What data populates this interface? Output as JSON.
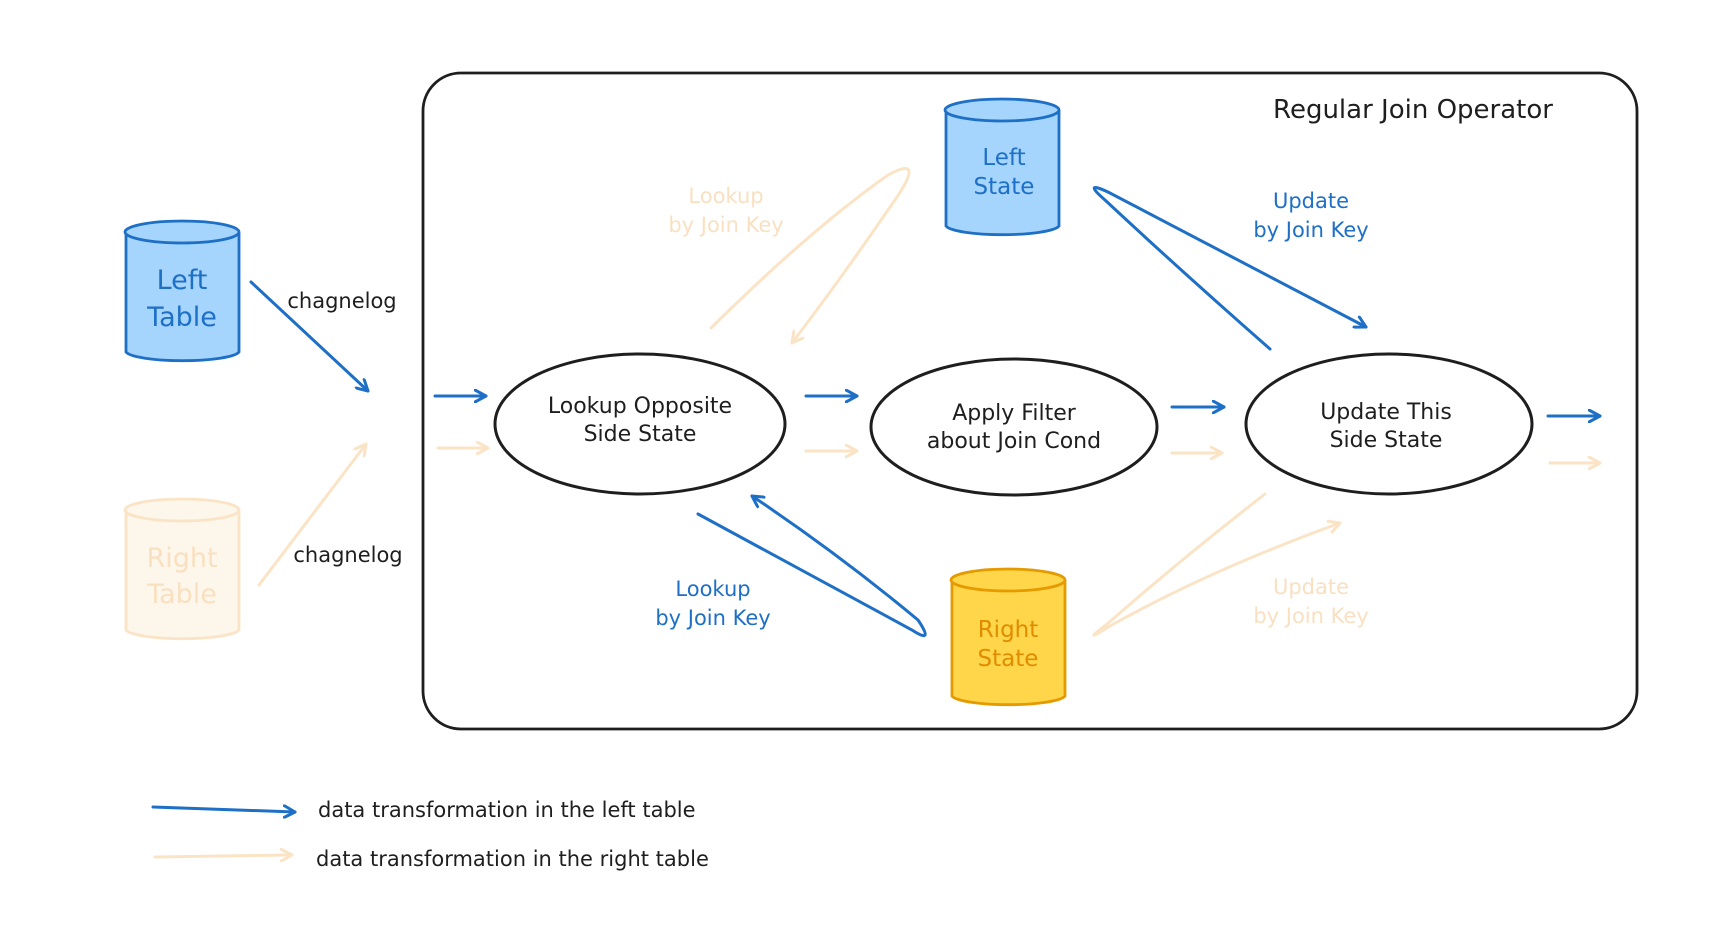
{
  "title": "Regular Join Operator",
  "colors": {
    "left": "#1e6fc6",
    "left_fill": "#a5d4fc",
    "right": "#fbe4c6",
    "right_text": "#f9e0c0",
    "right_state_fill": "#ffd54a",
    "right_state_stroke": "#e59a00",
    "right_state_text": "#e08c00",
    "ink": "#1e1e1e"
  },
  "sources": {
    "left_table": [
      "Left",
      "Table"
    ],
    "right_table": [
      "Right",
      "Table"
    ],
    "left_changelog": "chagnelog",
    "right_changelog": "chagnelog"
  },
  "states": {
    "left_state": [
      "Left",
      "State"
    ],
    "right_state": [
      "Right",
      "State"
    ]
  },
  "nodes": {
    "lookup": [
      "Lookup Opposite",
      "Side State"
    ],
    "filter": [
      "Apply Filter",
      "about Join Cond"
    ],
    "update": [
      "Update This",
      "Side State"
    ]
  },
  "edge_labels": {
    "left_lookup": [
      "Lookup",
      "by Join Key"
    ],
    "left_update": [
      "Update",
      "by Join Key"
    ],
    "right_lookup": [
      "Lookup",
      "by Join Key"
    ],
    "right_update": [
      "Update",
      "by Join Key"
    ]
  },
  "legend": {
    "left": "data transformation in the left table",
    "right": "data transformation in the right table"
  }
}
